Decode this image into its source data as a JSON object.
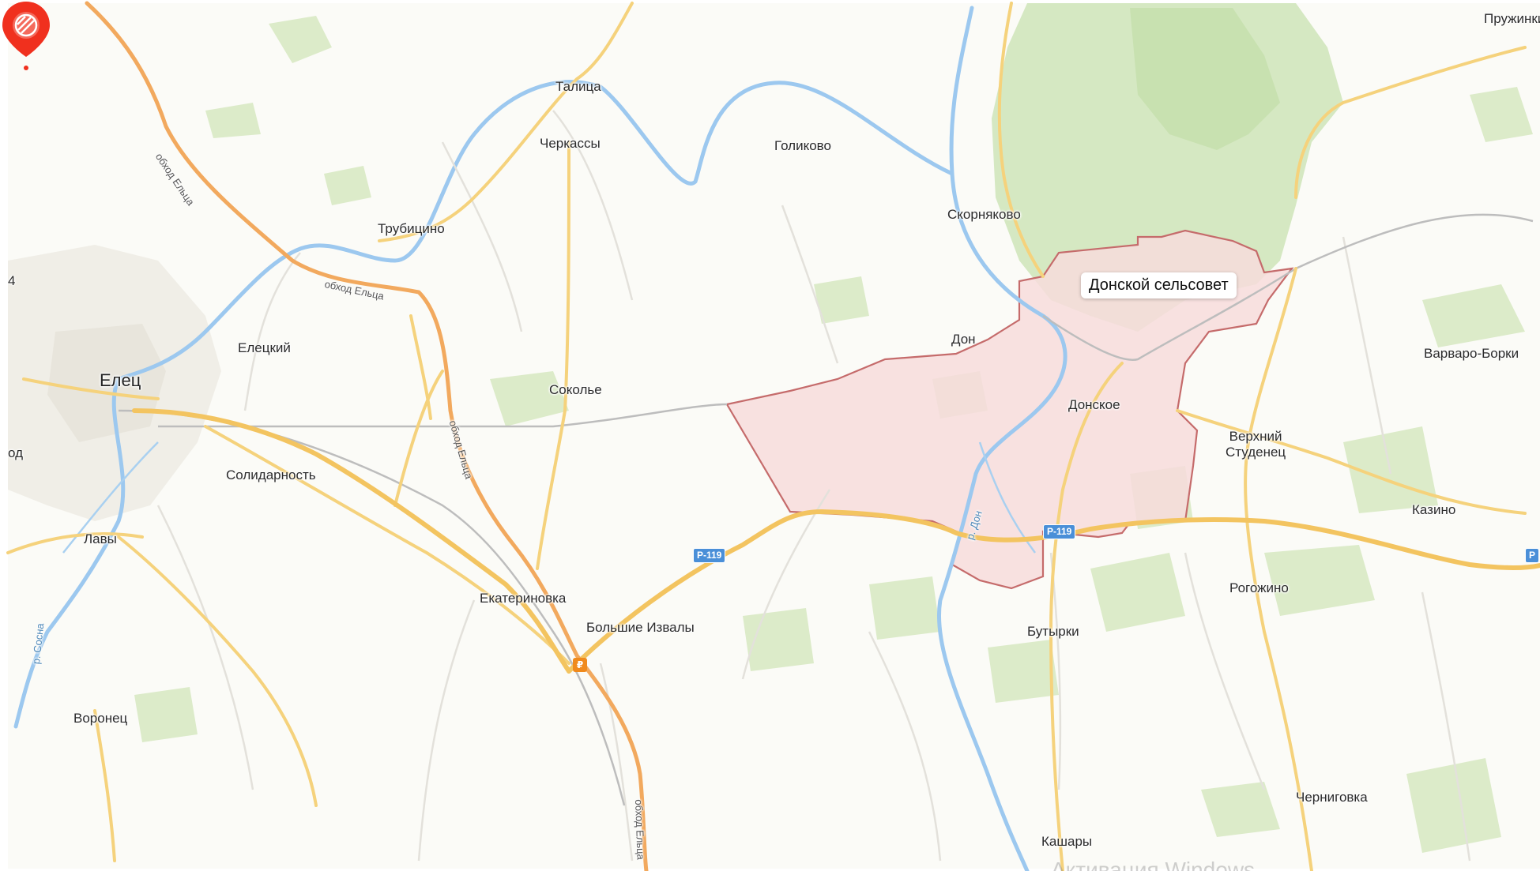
{
  "map": {
    "marker": {
      "label": "Донской сельсовет",
      "icon": "map-pin-icon",
      "color": "#f0301e"
    },
    "highlight_color": "#f7d9d9",
    "highlight_border": "#c56b6b",
    "places": {
      "pruzhinki": "Пружинки",
      "talitsa": "Талица",
      "cherkassy": "Черкассы",
      "golikovo": "Голиково",
      "trubitsino": "Трубицино",
      "skornyakovo": "Скорняково",
      "donskoy_selsovet": "Донской сельсовет",
      "don": "Дон",
      "varvaro_borki": "Варваро-Борки",
      "eletskiy": "Елецкий",
      "elets": "Елец",
      "sokolye": "Соколье",
      "donskoe": "Донское",
      "verkhniy": "Верхний",
      "studenets": "Студенец",
      "solidarnost": "Солидарность",
      "kazino": "Казино",
      "lavy": "Лавы",
      "rogozhino": "Рогожино",
      "ekaterinovka": "Екатериновка",
      "bolshie_izvaly": "Большие Извалы",
      "butyrki": "Бутырки",
      "voronets": "Воронец",
      "chernigovka": "Черниговка",
      "kashary": "Кашары",
      "edge_left": "од",
      "edge_left2": "4"
    },
    "roads": {
      "obhod_1": "обход Ельца",
      "obhod_2": "обход Ельца",
      "obhod_3": "обход Ельца",
      "obhod_4": "обход Ельца",
      "r119_a": "Р-119",
      "r119_b": "Р-119",
      "r119_c": "Р"
    },
    "rivers": {
      "don": "р. Дон",
      "sosna": "р. Сосна"
    },
    "fuel_icon": "₽",
    "watermark": "Активация Windows"
  }
}
